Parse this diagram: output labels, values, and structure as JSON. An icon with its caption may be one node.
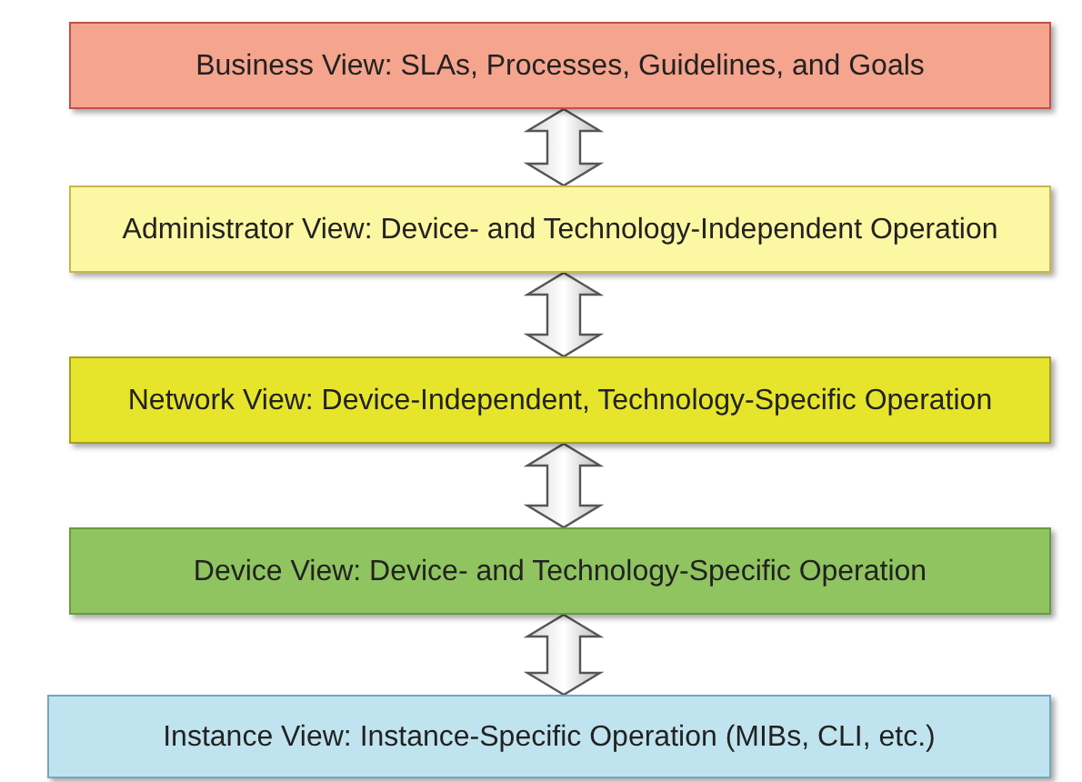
{
  "diagram": {
    "nodes": [
      {
        "text": [
          "Business View: SLAs, Processes, Guidelines, and Goals"
        ]
      },
      {
        "text": [
          "Administrator View: Device- and Technology-Independent Operation"
        ]
      },
      {
        "text": [
          "Network View: Device-Independent, Technology-Specific Operation"
        ]
      },
      {
        "text": [
          "Device View: Device- and Technology-Specific Operation"
        ]
      },
      {
        "text": [
          "Instance View: Instance-Specific Operation (MIBs, CLI, etc.)"
        ]
      }
    ],
    "edges": [
      {
        "from": 0,
        "to": 1,
        "arrow": "both"
      },
      {
        "from": 1,
        "to": 2,
        "arrow": "both"
      },
      {
        "from": 2,
        "to": 3,
        "arrow": "both"
      },
      {
        "from": 3,
        "to": 4,
        "arrow": "both"
      }
    ]
  }
}
